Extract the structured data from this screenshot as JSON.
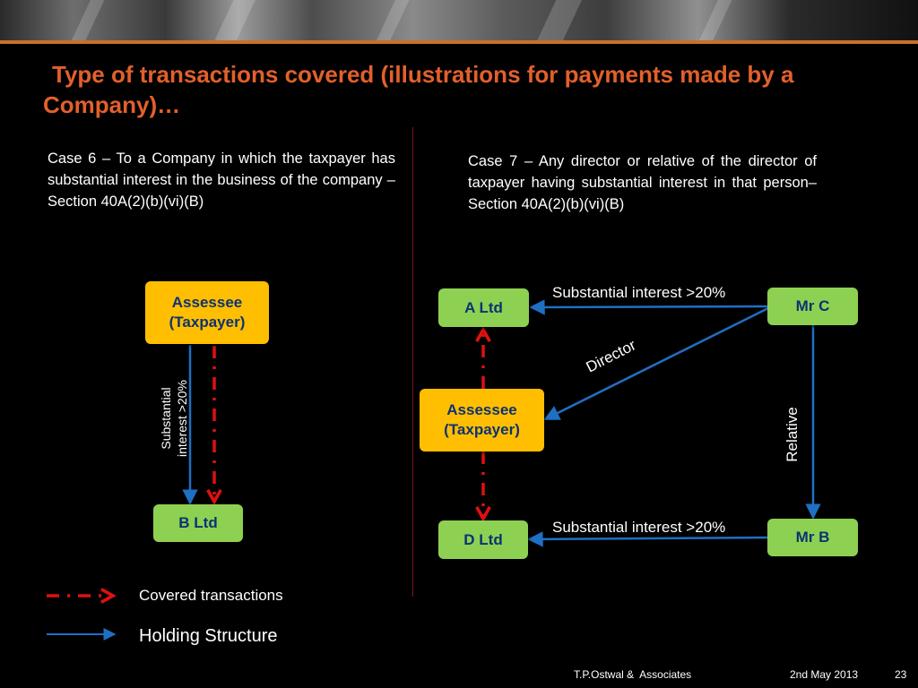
{
  "slide": {
    "title_line1": "Type of transactions covered (illustrations for payments made by a",
    "title_line2": "Company)…",
    "accent_color": "#e2602b"
  },
  "case6": {
    "text": "Case 6 – To a Company in which the taxpayer has substantial interest in the business of the company – Section 40A(2)(b)(vi)(B)",
    "assessee_line1": "Assessee",
    "assessee_line2": "(Taxpayer)",
    "b_ltd": "B Ltd",
    "edge_label_line1": "Substantial",
    "edge_label_line2": "interest >20%"
  },
  "case7": {
    "text": "Case 7 – Any director or relative of the director of taxpayer having substantial interest in that person– Section 40A(2)(b)(vi)(B)",
    "a_ltd": "A Ltd",
    "mr_c": "Mr C",
    "assessee_line1": "Assessee",
    "assessee_line2": "(Taxpayer)",
    "d_ltd": "D Ltd",
    "mr_b": "Mr B",
    "top_edge_label": "Substantial interest >20%",
    "bottom_edge_label": "Substantial interest >20%",
    "director_label": "Director",
    "relative_label": "Relative"
  },
  "legend": {
    "covered": "Covered transactions",
    "holding": "Holding Structure"
  },
  "footer": {
    "firm": "T.P.Ostwal &  Associates",
    "date": "2nd May 2013",
    "page": "23"
  },
  "colors": {
    "node_green": "#8ed152",
    "node_yellow": "#ffbf00",
    "node_text": "#0d3272",
    "arrow_blue": "#1f6fc4",
    "dashed_red": "#e01010"
  }
}
